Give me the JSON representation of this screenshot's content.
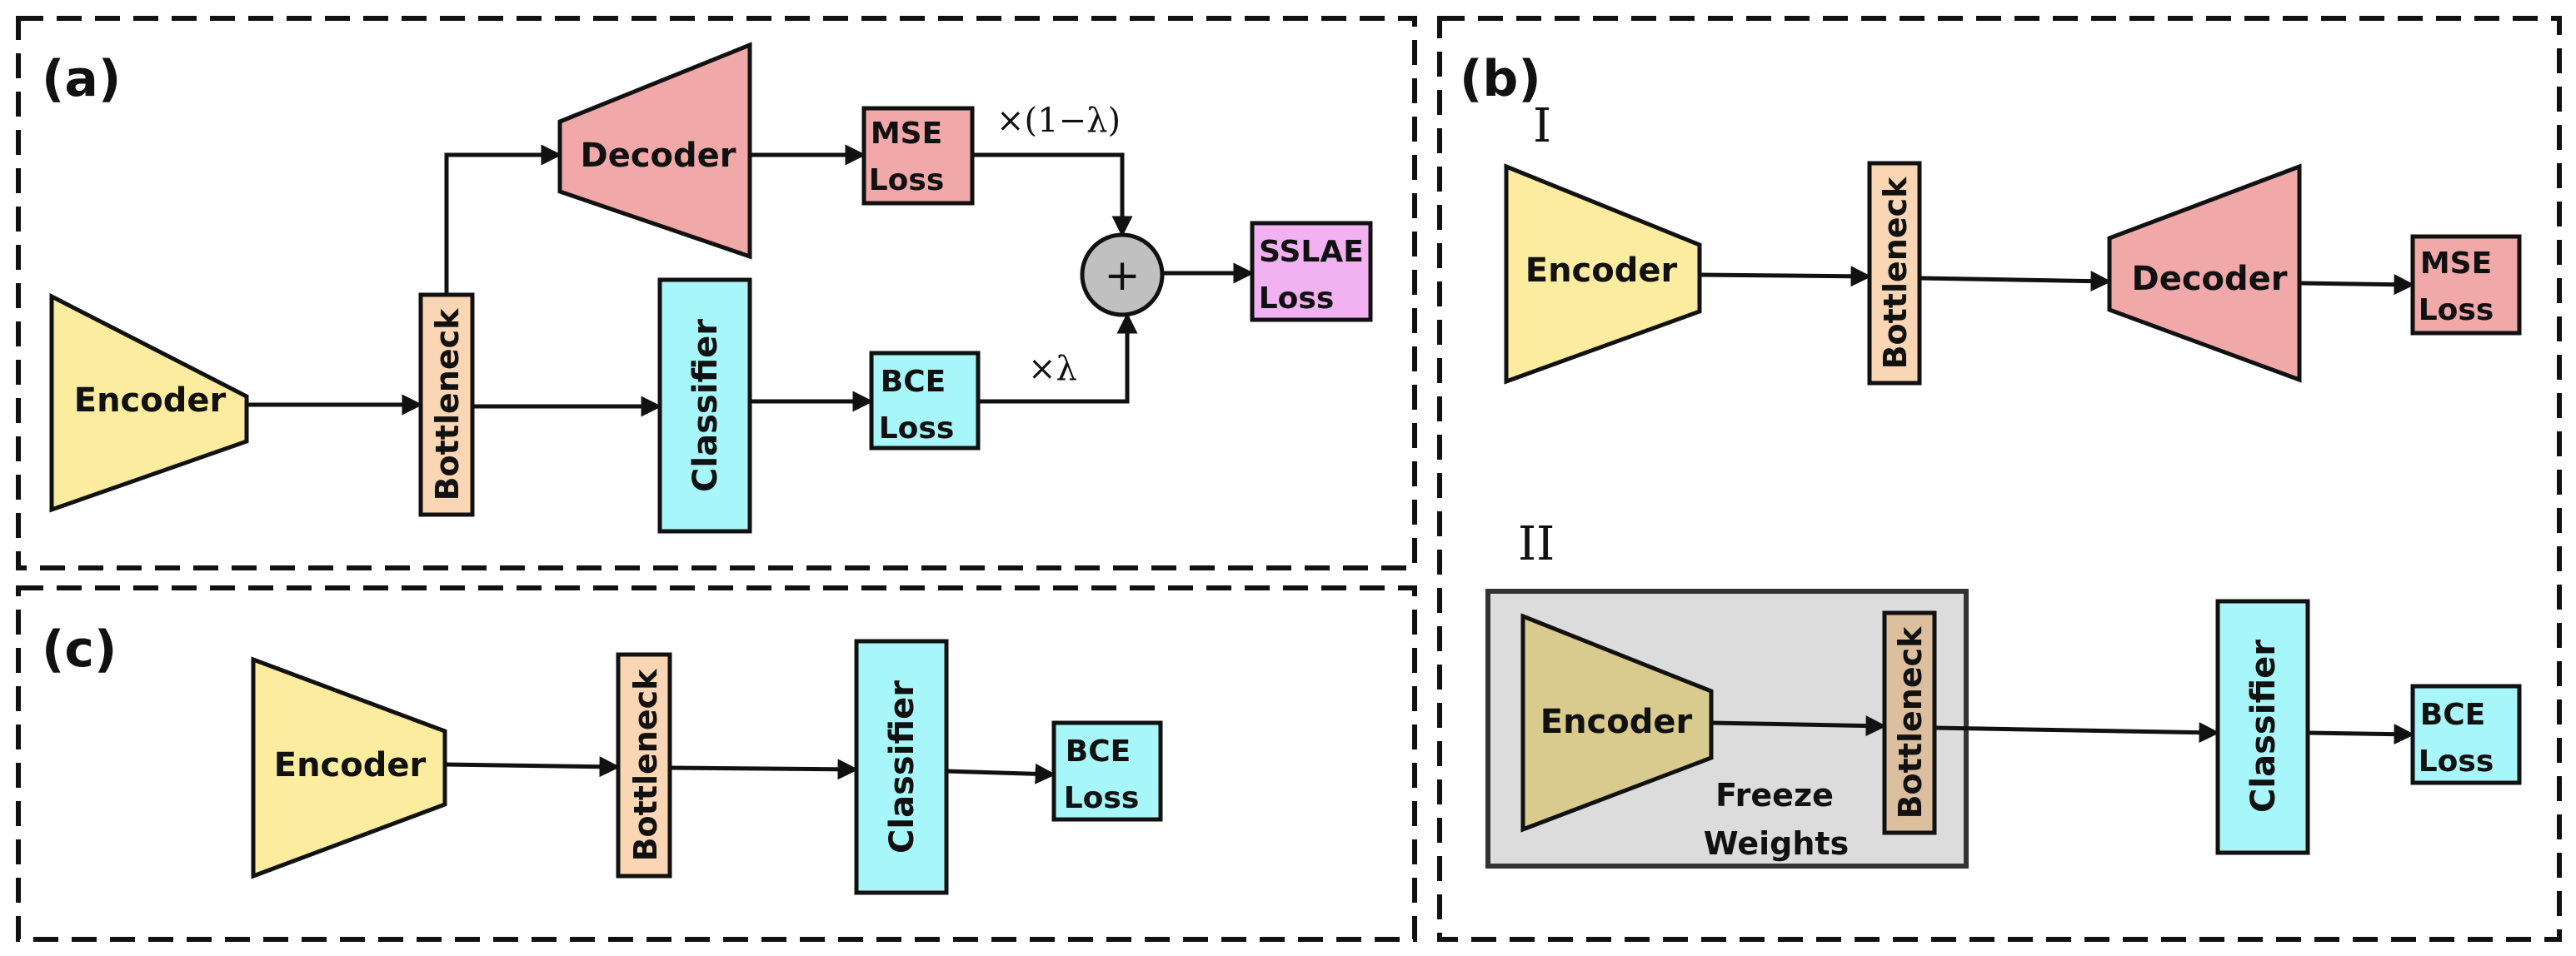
{
  "panels": {
    "a": "(a)",
    "b": "(b)",
    "c": "(c)"
  },
  "stages": {
    "one": "I",
    "two": "II"
  },
  "labels": {
    "encoder": "Encoder",
    "decoder": "Decoder",
    "bottleneck": "Bottleneck",
    "classifier": "Classifier",
    "mse": "MSE",
    "bce": "BCE",
    "loss": "Loss",
    "sslae": "SSLAE",
    "plus": "+",
    "freeze": "Freeze",
    "weights": "Weights"
  },
  "weights_text": {
    "mse_weight": "×(1−λ)",
    "bce_weight": "×λ"
  },
  "colors": {
    "encoder": "#fbec9f",
    "encoder_frozen": "#d9cb8e",
    "decoder": "#f0a8a8",
    "bottleneck": "#fad6b4",
    "bottleneck_frozen": "#dbbf9f",
    "classifier": "#a7f6f9",
    "mse_loss": "#f0a8a8",
    "bce_loss": "#a7f6f9",
    "sslae_loss": "#f2b2f2",
    "sum_node": "#c0c0c0",
    "freeze_box": "#dcdcdc"
  }
}
